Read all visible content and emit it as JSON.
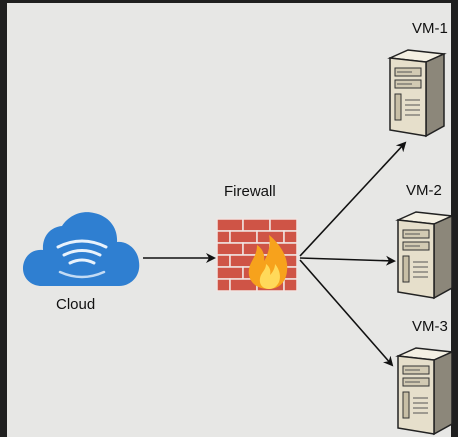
{
  "diagram": {
    "nodes": {
      "cloud": {
        "label": "Cloud",
        "icon": "cloud-icon",
        "color": "#2f7fd1"
      },
      "firewall": {
        "label": "Firewall",
        "icon": "firewall-icon",
        "brick_color": "#c94a3f",
        "flame_color": "#f7a21c"
      },
      "vm1": {
        "label": "VM-1",
        "icon": "server-icon"
      },
      "vm2": {
        "label": "VM-2",
        "icon": "server-icon"
      },
      "vm3": {
        "label": "VM-3",
        "icon": "server-icon"
      }
    },
    "edges": [
      {
        "from": "Cloud",
        "to": "Firewall"
      },
      {
        "from": "Firewall",
        "to": "VM-1"
      },
      {
        "from": "Firewall",
        "to": "VM-2"
      },
      {
        "from": "Firewall",
        "to": "VM-3"
      }
    ],
    "background_color": "#e7e7e5"
  }
}
